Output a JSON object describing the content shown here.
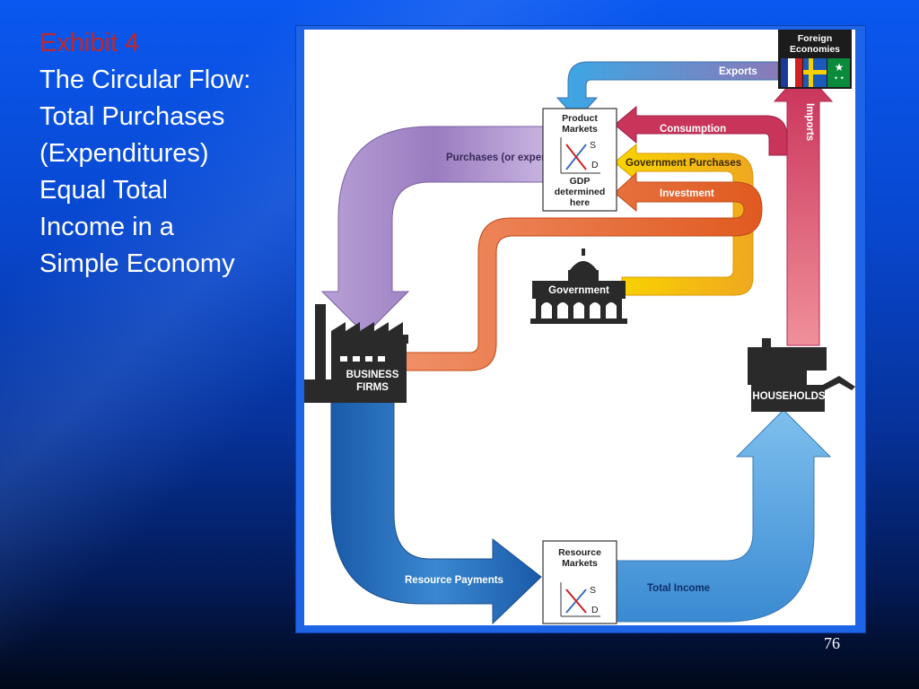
{
  "title": {
    "exhibit": "Exhibit 4",
    "lines": [
      "The Circular Flow:",
      "Total Purchases",
      "(Expenditures)",
      "Equal Total",
      "Income in a",
      "Simple Economy"
    ]
  },
  "diagram": {
    "product_markets": {
      "line1": "Product",
      "line2": "Markets",
      "s": "S",
      "d": "D",
      "gdp1": "GDP",
      "gdp2": "determined",
      "gdp3": "here"
    },
    "resource_markets": {
      "line1": "Resource",
      "line2": "Markets",
      "s": "S",
      "d": "D"
    },
    "foreign": {
      "line1": "Foreign",
      "line2": "Economies"
    },
    "flows": {
      "exports": "Exports",
      "imports": "Imports",
      "consumption": "Consumption",
      "government_purchases": "Government Purchases",
      "investment": "Investment",
      "purchases": "Purchases (or expenditures)",
      "resource_payments": "Resource Payments",
      "total_income": "Total Income"
    },
    "nodes": {
      "government": "Government",
      "business_firms1": "BUSINESS",
      "business_firms2": "FIRMS",
      "households": "HOUSEHOLDS"
    },
    "colors": {
      "exports": "#3aa0de",
      "consumption": "#c8345a",
      "imports": "#e07888",
      "government": "#f8c800",
      "investment": "#e8682c",
      "purchases": "#a888c8",
      "resource_payments": "#2070b8",
      "total_income": "#58a8e0"
    }
  },
  "slide": {
    "page_number": "76"
  }
}
